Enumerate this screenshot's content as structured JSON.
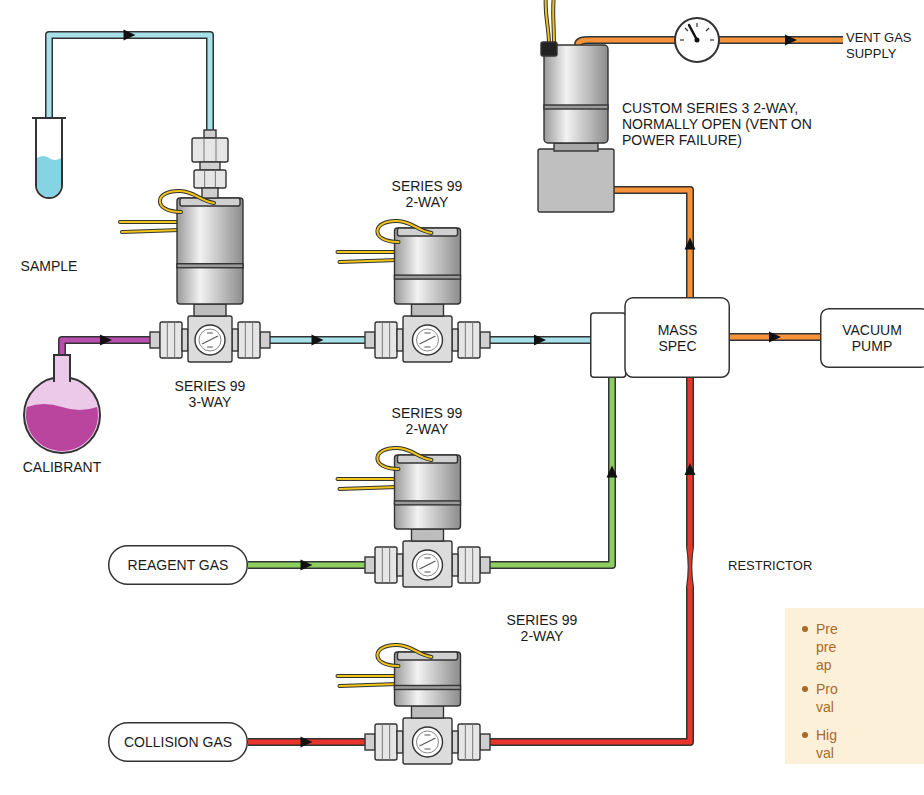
{
  "diagram": {
    "nodes": [
      {
        "text": [
          "SAMPLE"
        ]
      },
      {
        "text": [
          "CALIBRANT"
        ]
      },
      {
        "text": [
          "SERIES 99 3-WAY"
        ]
      },
      {
        "text": [
          "SERIES 99 2-WAY"
        ]
      },
      {
        "text": [
          "SERIES 99 2-WAY"
        ]
      },
      {
        "text": [
          "SERIES 99 2-WAY"
        ]
      },
      {
        "text": [
          "CUSTOM SERIES 3 2-WAY, NORMALLY OPEN (VENT ON POWER FAILURE)"
        ]
      },
      {
        "text": [
          "MASS SPEC"
        ]
      },
      {
        "text": [
          "VACUUM PUMP"
        ]
      },
      {
        "text": [
          "REAGENT GAS"
        ]
      },
      {
        "text": [
          "COLLISION GAS"
        ]
      },
      {
        "text": [
          "Pre pre ap",
          "Pro val",
          "Hig val"
        ]
      }
    ],
    "edges": [
      {
        "from": 0,
        "to": 2,
        "arrow": "to"
      },
      {
        "from": 1,
        "to": 2,
        "arrow": "to"
      },
      {
        "from": 2,
        "to": 3,
        "arrow": "to"
      },
      {
        "from": 3,
        "to": 7,
        "arrow": "to"
      },
      {
        "from": 7,
        "to": 8,
        "arrow": "to"
      },
      {
        "from": 7,
        "to": 6,
        "arrow": "to"
      },
      {
        "from": 9,
        "to": 4,
        "arrow": "to"
      },
      {
        "from": 4,
        "to": 7,
        "arrow": "to"
      },
      {
        "from": 10,
        "to": 5,
        "arrow": "to"
      },
      {
        "from": 5,
        "to": 7,
        "arrow": "to"
      }
    ],
    "labels": [
      "VENT GAS SUPPLY",
      "RESTRICTOR"
    ]
  }
}
